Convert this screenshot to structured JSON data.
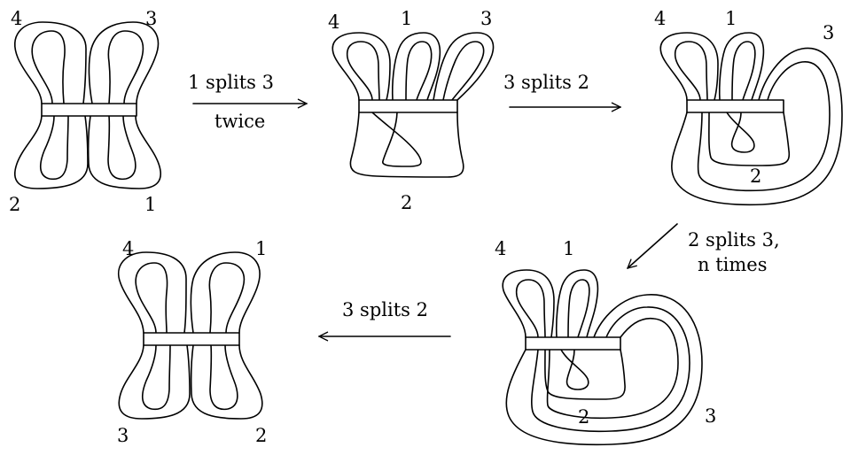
{
  "steps": [
    {
      "id": "stage-1",
      "labels": {
        "top_left": "4",
        "top_right": "3",
        "bottom_left": "2",
        "bottom_right": "1"
      }
    },
    {
      "id": "stage-2",
      "labels": {
        "top_left": "4",
        "top_middle": "1",
        "top_right": "3",
        "bottom": "2"
      }
    },
    {
      "id": "stage-3",
      "labels": {
        "top_left": "4",
        "top_middle": "1",
        "right": "3",
        "inner": "2"
      }
    },
    {
      "id": "stage-4",
      "labels": {
        "top_left": "4",
        "top_middle": "1",
        "inner": "2",
        "right": "3"
      }
    },
    {
      "id": "stage-5",
      "labels": {
        "top_left": "4",
        "top_right": "1",
        "bottom_left": "3",
        "bottom_right": "2"
      }
    }
  ],
  "arrows": {
    "a1": {
      "line1": "1 splits 3",
      "line2": "twice"
    },
    "a2": {
      "line1": "3 splits 2"
    },
    "a3": {
      "line1": "2 splits 3,",
      "line2": "n times"
    },
    "a4": {
      "line1": "3 splits 2"
    }
  }
}
